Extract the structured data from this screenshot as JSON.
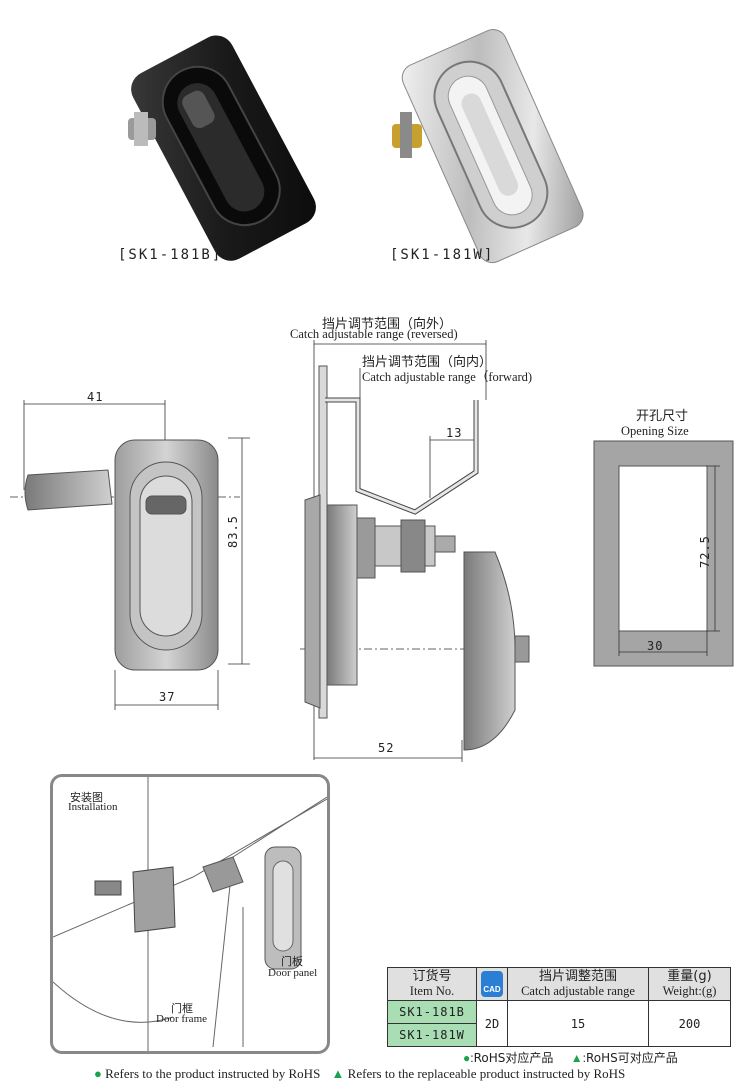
{
  "products": [
    {
      "code": "[SK1-181B]",
      "finish": "black"
    },
    {
      "code": "[SK1-181W]",
      "finish": "chrome"
    }
  ],
  "drawing": {
    "catch_reversed_cn": "挡片调节范围（向外）",
    "catch_reversed_en": "Catch adjustable range (reversed)",
    "catch_forward_cn": "挡片调节范围（向内）",
    "catch_forward_en": "Catch adjustable range（forward)",
    "dim_41": "41",
    "dim_83_5": "83.5",
    "dim_37": "37",
    "dim_13": "13",
    "dim_52": "52",
    "opening_cn": "开孔尺寸",
    "opening_en": "Opening Size",
    "dim_72_5": "72.5",
    "dim_30": "30"
  },
  "installation": {
    "title_cn": "安装图",
    "title_en": "Installation",
    "door_frame_cn": "门框",
    "door_frame_en": "Door frame",
    "door_panel_cn": "门板",
    "door_panel_en": "Door panel"
  },
  "table": {
    "h_item_cn": "订货号",
    "h_item_en": "Item No.",
    "h_cad": "CAD",
    "h_catch_cn": "挡片调整范围",
    "h_catch_en": "Catch adjustable range",
    "h_weight_cn": "重量(g)",
    "h_weight_en": "Weight:(g)",
    "items": [
      "SK1-181B",
      "SK1-181W"
    ],
    "cad": "2D",
    "catch": "15",
    "weight": "200"
  },
  "legend": {
    "rohs_cn": "RoHS对应产品",
    "rohs_replace_cn": "RoHS可对应产品",
    "rohs_en": "Refers to the product instructed by RoHS",
    "rohs_replace_en": "Refers to the replaceable product instructed by RoHS",
    "colors": {
      "green": "#1aa34a",
      "cad_blue": "#2a7fd4",
      "item_bg": "#a9ddb4"
    }
  }
}
